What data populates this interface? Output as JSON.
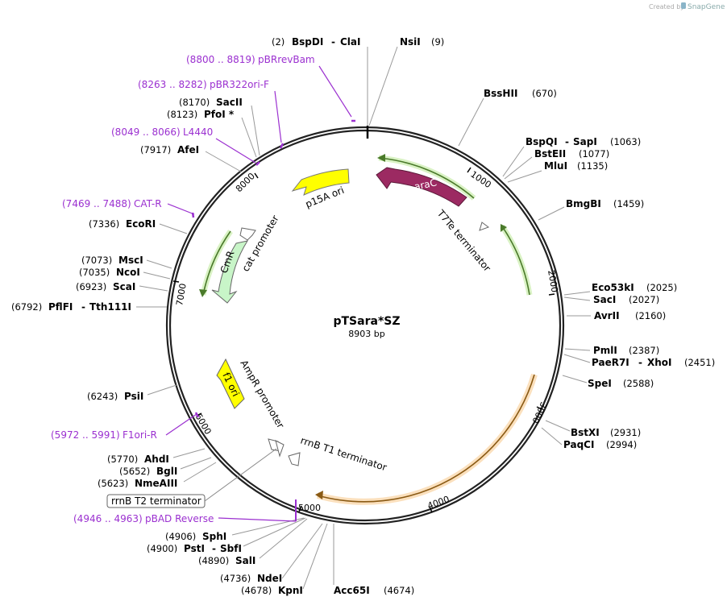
{
  "credit": {
    "prefix": "Created by",
    "brand": "SnapGene"
  },
  "plasmid": {
    "name": "pTSara*SZ",
    "size": "8903 bp"
  },
  "ticks": [
    "1000",
    "2000",
    "3000",
    "4000",
    "5000",
    "6000",
    "7000",
    "8000"
  ],
  "features": {
    "araC": "araC",
    "t7te": "T7Te terminator",
    "p15a": "p15A ori",
    "cat_promoter": "cat promoter",
    "cmr": "CmR",
    "f1ori": "f1 ori",
    "ampr_promoter": "AmpR promoter",
    "rrnb_t1": "rrnB T1 terminator",
    "rrnb_t2": "rrnB T2 terminator"
  },
  "sites": {
    "bspdi": {
      "pos": "(2)",
      "name": "BspDI"
    },
    "clai": {
      "name": "ClaI"
    },
    "nsii": {
      "name": "NsiI",
      "pos": "(9)"
    },
    "psshii": {
      "name": "BssHII",
      "pos": "(670)"
    },
    "bspqi": {
      "name": "BspQI",
      "pos": "(1063)"
    },
    "sapi": {
      "name": "SapI"
    },
    "bsteii": {
      "name": "BstEII",
      "pos": "(1077)"
    },
    "mlui": {
      "name": "MluI",
      "pos": "(1135)"
    },
    "bmgbi": {
      "name": "BmgBI",
      "pos": "(1459)"
    },
    "eco53ki": {
      "name": "Eco53kI",
      "pos": "(2025)"
    },
    "saci": {
      "name": "SacI",
      "pos": "(2027)"
    },
    "avrii": {
      "name": "AvrII",
      "pos": "(2160)"
    },
    "pmli": {
      "name": "PmlI",
      "pos": "(2387)"
    },
    "paer7i": {
      "name": "PaeR7I",
      "pos": "(2451)"
    },
    "xhoi": {
      "name": "XhoI"
    },
    "spei": {
      "name": "SpeI",
      "pos": "(2588)"
    },
    "bstxi": {
      "name": "BstXI",
      "pos": "(2931)"
    },
    "paqci": {
      "name": "PaqCI",
      "pos": "(2994)"
    },
    "acc65i": {
      "name": "Acc65I",
      "pos": "(4674)"
    },
    "kpni": {
      "name": "KpnI",
      "pos": "(4678)"
    },
    "ndei": {
      "name": "NdeI",
      "pos": "(4736)"
    },
    "sali": {
      "name": "SalI",
      "pos": "(4890)"
    },
    "psti": {
      "name": "PstI",
      "pos": "(4900)"
    },
    "sbfi": {
      "name": "SbfI"
    },
    "sphi": {
      "name": "SphI",
      "pos": "(4906)"
    },
    "nmeaiii": {
      "name": "NmeAIII",
      "pos": "(5623)"
    },
    "bgli": {
      "name": "BglI",
      "pos": "(5652)"
    },
    "ahdi": {
      "name": "AhdI",
      "pos": "(5770)"
    },
    "psii": {
      "name": "PsiI",
      "pos": "(6243)"
    },
    "pflfi": {
      "name": "PflFI",
      "pos": "(6792)"
    },
    "tth111i": {
      "name": "Tth111I"
    },
    "scai": {
      "name": "ScaI",
      "pos": "(6923)"
    },
    "ncoi": {
      "name": "NcoI",
      "pos": "(7035)"
    },
    "msci": {
      "name": "MscI",
      "pos": "(7073)"
    },
    "ecori": {
      "name": "EcoRI",
      "pos": "(7336)"
    },
    "afei": {
      "name": "AfeI",
      "pos": "(7917)"
    },
    "pfoi": {
      "name": "PfoI *",
      "pos": "(8123)"
    },
    "sacii": {
      "name": "SacII",
      "pos": "(8170)"
    }
  },
  "primers": {
    "pbrrevbam": {
      "range": "(8800 .. 8819)",
      "name": "pBRrevBam"
    },
    "pbr322ori": {
      "range": "(8263 .. 8282)",
      "name": "pBR322ori-F"
    },
    "l4440": {
      "range": "(8049 .. 8066)",
      "name": "L4440"
    },
    "catr": {
      "range": "(7469 .. 7488)",
      "name": "CAT-R"
    },
    "f1orir": {
      "range": "(5972 .. 5991)",
      "name": "F1ori-R"
    },
    "pbadrev": {
      "range": "(4946 .. 4963)",
      "name": "pBAD Reverse"
    }
  },
  "colors": {
    "backbone": "#222222",
    "primer": "#9b30d0",
    "araC": "#9c2a62",
    "origin": "#ffff00",
    "marker": "#c8f5c8",
    "highlight_green": "#6aa84f",
    "highlight_orange": "#c77c18"
  }
}
